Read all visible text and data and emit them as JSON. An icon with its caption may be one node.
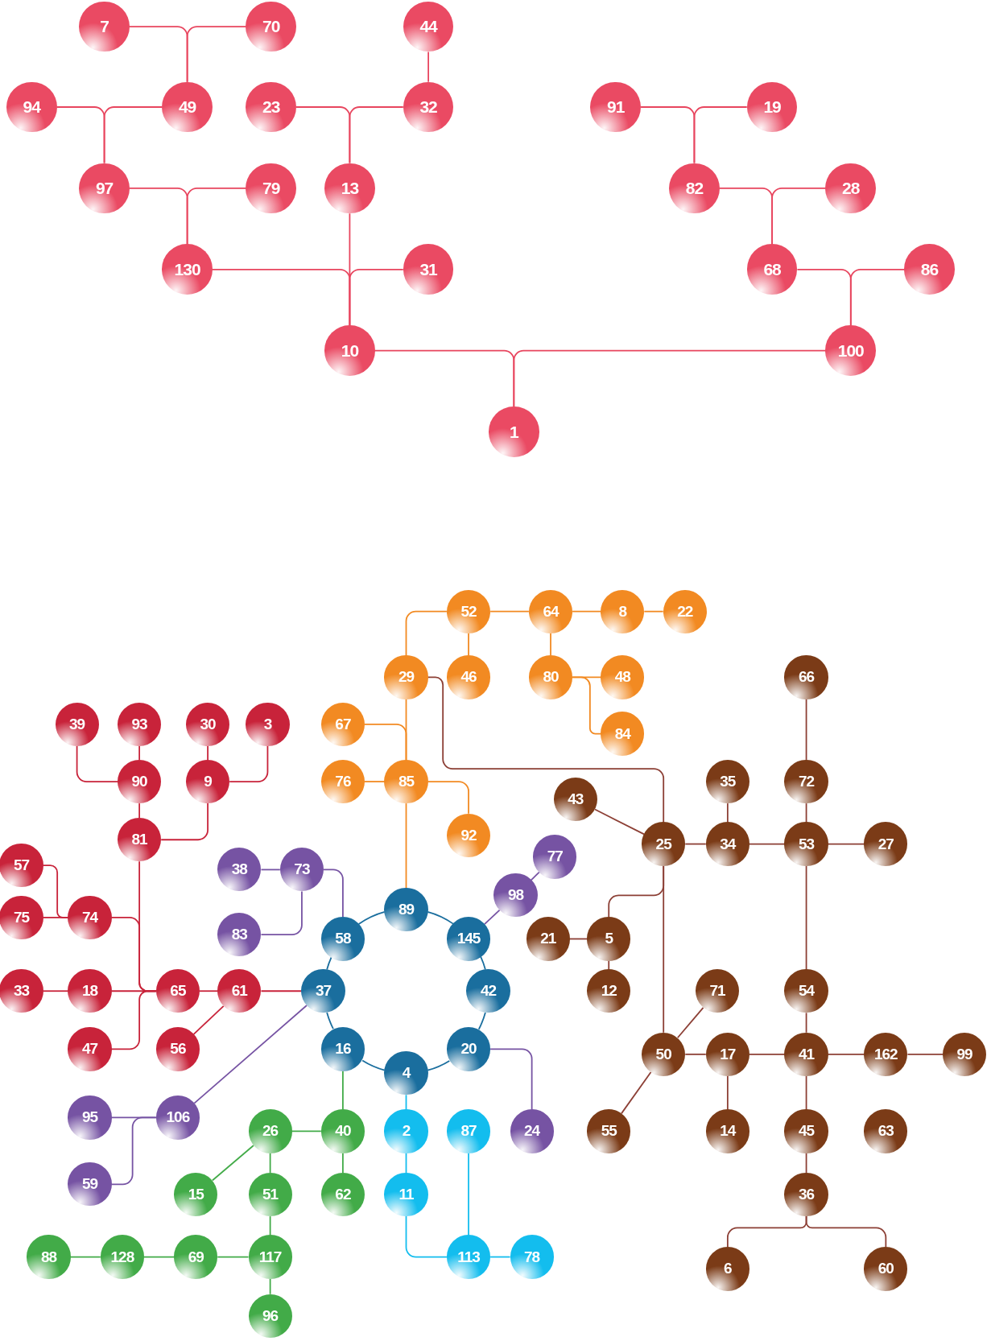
{
  "diagram": {
    "nodes": [
      {
        "text": [
          "7"
        ]
      },
      {
        "text": [
          "70"
        ]
      },
      {
        "text": [
          "44"
        ]
      },
      {
        "text": [
          "94"
        ]
      },
      {
        "text": [
          "49"
        ]
      },
      {
        "text": [
          "23"
        ]
      },
      {
        "text": [
          "32"
        ]
      },
      {
        "text": [
          "91"
        ]
      },
      {
        "text": [
          "19"
        ]
      },
      {
        "text": [
          "97"
        ]
      },
      {
        "text": [
          "79"
        ]
      },
      {
        "text": [
          "13"
        ]
      },
      {
        "text": [
          "82"
        ]
      },
      {
        "text": [
          "28"
        ]
      },
      {
        "text": [
          "130"
        ]
      },
      {
        "text": [
          "31"
        ]
      },
      {
        "text": [
          "68"
        ]
      },
      {
        "text": [
          "86"
        ]
      },
      {
        "text": [
          "10"
        ]
      },
      {
        "text": [
          "100"
        ]
      },
      {
        "text": [
          "1"
        ]
      },
      {
        "text": [
          "52"
        ]
      },
      {
        "text": [
          "64"
        ]
      },
      {
        "text": [
          "8"
        ]
      },
      {
        "text": [
          "22"
        ]
      },
      {
        "text": [
          "29"
        ]
      },
      {
        "text": [
          "46"
        ]
      },
      {
        "text": [
          "80"
        ]
      },
      {
        "text": [
          "48"
        ]
      },
      {
        "text": [
          "66"
        ]
      },
      {
        "text": [
          "39"
        ]
      },
      {
        "text": [
          "93"
        ]
      },
      {
        "text": [
          "30"
        ]
      },
      {
        "text": [
          "3"
        ]
      },
      {
        "text": [
          "67"
        ]
      },
      {
        "text": [
          "84"
        ]
      },
      {
        "text": [
          "90"
        ]
      },
      {
        "text": [
          "9"
        ]
      },
      {
        "text": [
          "76"
        ]
      },
      {
        "text": [
          "85"
        ]
      },
      {
        "text": [
          "35"
        ]
      },
      {
        "text": [
          "72"
        ]
      },
      {
        "text": [
          "43"
        ]
      },
      {
        "text": [
          "92"
        ]
      },
      {
        "text": [
          "81"
        ]
      },
      {
        "text": [
          "25"
        ]
      },
      {
        "text": [
          "34"
        ]
      },
      {
        "text": [
          "53"
        ]
      },
      {
        "text": [
          "27"
        ]
      },
      {
        "text": [
          "77"
        ]
      },
      {
        "text": [
          "57"
        ]
      },
      {
        "text": [
          "38"
        ]
      },
      {
        "text": [
          "73"
        ]
      },
      {
        "text": [
          "98"
        ]
      },
      {
        "text": [
          "89"
        ]
      },
      {
        "text": [
          "75"
        ]
      },
      {
        "text": [
          "74"
        ]
      },
      {
        "text": [
          "83"
        ]
      },
      {
        "text": [
          "58"
        ]
      },
      {
        "text": [
          "145"
        ]
      },
      {
        "text": [
          "21"
        ]
      },
      {
        "text": [
          "5"
        ]
      },
      {
        "text": [
          "33"
        ]
      },
      {
        "text": [
          "18"
        ]
      },
      {
        "text": [
          "65"
        ]
      },
      {
        "text": [
          "61"
        ]
      },
      {
        "text": [
          "37"
        ]
      },
      {
        "text": [
          "42"
        ]
      },
      {
        "text": [
          "12"
        ]
      },
      {
        "text": [
          "71"
        ]
      },
      {
        "text": [
          "54"
        ]
      },
      {
        "text": [
          "47"
        ]
      },
      {
        "text": [
          "56"
        ]
      },
      {
        "text": [
          "16"
        ]
      },
      {
        "text": [
          "20"
        ]
      },
      {
        "text": [
          "50"
        ]
      },
      {
        "text": [
          "17"
        ]
      },
      {
        "text": [
          "41"
        ]
      },
      {
        "text": [
          "162"
        ]
      },
      {
        "text": [
          "99"
        ]
      },
      {
        "text": [
          "4"
        ]
      },
      {
        "text": [
          "95"
        ]
      },
      {
        "text": [
          "106"
        ]
      },
      {
        "text": [
          "26"
        ]
      },
      {
        "text": [
          "40"
        ]
      },
      {
        "text": [
          "2"
        ]
      },
      {
        "text": [
          "87"
        ]
      },
      {
        "text": [
          "24"
        ]
      },
      {
        "text": [
          "55"
        ]
      },
      {
        "text": [
          "14"
        ]
      },
      {
        "text": [
          "45"
        ]
      },
      {
        "text": [
          "63"
        ]
      },
      {
        "text": [
          "59"
        ]
      },
      {
        "text": [
          "15"
        ]
      },
      {
        "text": [
          "51"
        ]
      },
      {
        "text": [
          "62"
        ]
      },
      {
        "text": [
          "11"
        ]
      },
      {
        "text": [
          "36"
        ]
      },
      {
        "text": [
          "88"
        ]
      },
      {
        "text": [
          "128"
        ]
      },
      {
        "text": [
          "69"
        ]
      },
      {
        "text": [
          "117"
        ]
      },
      {
        "text": [
          "113"
        ]
      },
      {
        "text": [
          "78"
        ]
      },
      {
        "text": [
          "6"
        ]
      },
      {
        "text": [
          "60"
        ]
      },
      {
        "text": [
          "96"
        ]
      }
    ],
    "edges": [
      {
        "from": 0,
        "to": 4,
        "arrow": "none",
        "color": "#e8455e"
      },
      {
        "from": 1,
        "to": 4,
        "arrow": "none",
        "color": "#e8455e"
      },
      {
        "from": 2,
        "to": 6,
        "arrow": "none",
        "color": "#e8455e"
      },
      {
        "from": 3,
        "to": 9,
        "arrow": "none",
        "color": "#e8455e"
      },
      {
        "from": 4,
        "to": 9,
        "arrow": "none",
        "color": "#e8455e"
      },
      {
        "from": 5,
        "to": 11,
        "arrow": "none",
        "color": "#e8455e"
      },
      {
        "from": 6,
        "to": 11,
        "arrow": "none",
        "color": "#e8455e"
      },
      {
        "from": 9,
        "to": 14,
        "arrow": "none",
        "color": "#e8455e"
      },
      {
        "from": 10,
        "to": 14,
        "arrow": "none",
        "color": "#e8455e"
      },
      {
        "from": 14,
        "to": 18,
        "arrow": "none",
        "color": "#e8455e"
      },
      {
        "from": 11,
        "to": 18,
        "arrow": "none",
        "color": "#e8455e"
      },
      {
        "from": 15,
        "to": 18,
        "arrow": "none",
        "color": "#e8455e"
      },
      {
        "from": 7,
        "to": 12,
        "arrow": "none",
        "color": "#e8455e"
      },
      {
        "from": 8,
        "to": 12,
        "arrow": "none",
        "color": "#e8455e"
      },
      {
        "from": 12,
        "to": 16,
        "arrow": "none",
        "color": "#e8455e"
      },
      {
        "from": 13,
        "to": 16,
        "arrow": "none",
        "color": "#e8455e"
      },
      {
        "from": 16,
        "to": 19,
        "arrow": "none",
        "color": "#e8455e"
      },
      {
        "from": 17,
        "to": 19,
        "arrow": "none",
        "color": "#e8455e"
      },
      {
        "from": 18,
        "to": 20,
        "arrow": "none",
        "color": "#e8455e"
      },
      {
        "from": 19,
        "to": 20,
        "arrow": "none",
        "color": "#e8455e"
      },
      {
        "from": 25,
        "to": 21,
        "arrow": "none",
        "color": "#f28a22"
      },
      {
        "from": 21,
        "to": 22,
        "arrow": "none",
        "color": "#f28a22"
      },
      {
        "from": 22,
        "to": 23,
        "arrow": "none",
        "color": "#f28a22"
      },
      {
        "from": 23,
        "to": 24,
        "arrow": "none",
        "color": "#f28a22"
      },
      {
        "from": 21,
        "to": 26,
        "arrow": "none",
        "color": "#f28a22"
      },
      {
        "from": 22,
        "to": 27,
        "arrow": "none",
        "color": "#f28a22"
      },
      {
        "from": 27,
        "to": 28,
        "arrow": "none",
        "color": "#f28a22"
      },
      {
        "from": 27,
        "to": 35,
        "arrow": "none",
        "color": "#f28a22"
      },
      {
        "from": 25,
        "to": 39,
        "arrow": "none",
        "color": "#f28a22"
      },
      {
        "from": 34,
        "to": 39,
        "arrow": "none",
        "color": "#f28a22"
      },
      {
        "from": 38,
        "to": 39,
        "arrow": "none",
        "color": "#f28a22"
      },
      {
        "from": 39,
        "to": 43,
        "arrow": "none",
        "color": "#f28a22"
      },
      {
        "from": 39,
        "to": 54,
        "arrow": "none",
        "color": "#f28a22"
      },
      {
        "from": 25,
        "to": 45,
        "arrow": "none"
      },
      {
        "from": 30,
        "to": 36,
        "arrow": "none",
        "color": "#c8233a"
      },
      {
        "from": 31,
        "to": 36,
        "arrow": "none",
        "color": "#c8233a"
      },
      {
        "from": 32,
        "to": 37,
        "arrow": "none",
        "color": "#c8233a"
      },
      {
        "from": 33,
        "to": 37,
        "arrow": "none",
        "color": "#c8233a"
      },
      {
        "from": 36,
        "to": 44,
        "arrow": "none",
        "color": "#c8233a"
      },
      {
        "from": 37,
        "to": 44,
        "arrow": "none",
        "color": "#c8233a"
      },
      {
        "from": 44,
        "to": 64,
        "arrow": "none",
        "color": "#c8233a"
      },
      {
        "from": 50,
        "to": 56,
        "arrow": "none",
        "color": "#c8233a"
      },
      {
        "from": 55,
        "to": 56,
        "arrow": "none",
        "color": "#c8233a"
      },
      {
        "from": 56,
        "to": 64,
        "arrow": "none",
        "color": "#c8233a"
      },
      {
        "from": 62,
        "to": 63,
        "arrow": "none",
        "color": "#c8233a"
      },
      {
        "from": 63,
        "to": 64,
        "arrow": "none",
        "color": "#c8233a"
      },
      {
        "from": 71,
        "to": 64,
        "arrow": "none",
        "color": "#c8233a"
      },
      {
        "from": 64,
        "to": 65,
        "arrow": "none",
        "color": "#c8233a"
      },
      {
        "from": 72,
        "to": 65,
        "arrow": "none",
        "color": "#c8233a"
      },
      {
        "from": 65,
        "to": 66,
        "arrow": "none",
        "color": "#c8233a"
      },
      {
        "from": 51,
        "to": 52,
        "arrow": "none",
        "color": "#7653a3"
      },
      {
        "from": 57,
        "to": 52,
        "arrow": "none",
        "color": "#7653a3"
      },
      {
        "from": 52,
        "to": 58,
        "arrow": "none",
        "color": "#7653a3"
      },
      {
        "from": 59,
        "to": 53,
        "arrow": "none",
        "color": "#7653a3"
      },
      {
        "from": 53,
        "to": 49,
        "arrow": "none",
        "color": "#7653a3"
      },
      {
        "from": 66,
        "to": 82,
        "arrow": "none",
        "color": "#7653a3"
      },
      {
        "from": 81,
        "to": 82,
        "arrow": "none",
        "color": "#7653a3"
      },
      {
        "from": 92,
        "to": 82,
        "arrow": "none",
        "color": "#7653a3"
      },
      {
        "from": 74,
        "to": 87,
        "arrow": "none",
        "color": "#7653a3"
      },
      {
        "from": 54,
        "to": 58,
        "arrow": "none",
        "color": "#1a6e9e"
      },
      {
        "from": 58,
        "to": 66,
        "arrow": "none",
        "color": "#1a6e9e"
      },
      {
        "from": 66,
        "to": 73,
        "arrow": "none",
        "color": "#1a6e9e"
      },
      {
        "from": 73,
        "to": 80,
        "arrow": "none",
        "color": "#1a6e9e"
      },
      {
        "from": 80,
        "to": 74,
        "arrow": "none",
        "color": "#1a6e9e"
      },
      {
        "from": 74,
        "to": 67,
        "arrow": "none",
        "color": "#1a6e9e"
      },
      {
        "from": 67,
        "to": 59,
        "arrow": "none",
        "color": "#1a6e9e"
      },
      {
        "from": 59,
        "to": 54,
        "arrow": "none",
        "color": "#1a6e9e"
      },
      {
        "from": 73,
        "to": 84,
        "arrow": "none",
        "color": "#42ab48"
      },
      {
        "from": 83,
        "to": 84,
        "arrow": "none",
        "color": "#42ab48"
      },
      {
        "from": 84,
        "to": 95,
        "arrow": "none",
        "color": "#42ab48"
      },
      {
        "from": 83,
        "to": 93,
        "arrow": "none",
        "color": "#42ab48"
      },
      {
        "from": 83,
        "to": 94,
        "arrow": "none",
        "color": "#42ab48"
      },
      {
        "from": 94,
        "to": 101,
        "arrow": "none",
        "color": "#42ab48"
      },
      {
        "from": 98,
        "to": 99,
        "arrow": "none",
        "color": "#42ab48"
      },
      {
        "from": 99,
        "to": 100,
        "arrow": "none",
        "color": "#42ab48"
      },
      {
        "from": 100,
        "to": 101,
        "arrow": "none",
        "color": "#42ab48"
      },
      {
        "from": 101,
        "to": 106,
        "arrow": "none",
        "color": "#42ab48"
      },
      {
        "from": 80,
        "to": 85,
        "arrow": "none",
        "color": "#13bdee"
      },
      {
        "from": 85,
        "to": 96,
        "arrow": "none",
        "color": "#13bdee"
      },
      {
        "from": 96,
        "to": 102,
        "arrow": "none",
        "color": "#13bdee"
      },
      {
        "from": 86,
        "to": 102,
        "arrow": "none",
        "color": "#13bdee"
      },
      {
        "from": 102,
        "to": 103,
        "arrow": "none",
        "color": "#13bdee"
      },
      {
        "from": 42,
        "to": 45,
        "arrow": "none"
      },
      {
        "from": 45,
        "to": 46,
        "arrow": "none"
      },
      {
        "from": 40,
        "to": 46,
        "arrow": "none"
      },
      {
        "from": 46,
        "to": 47,
        "arrow": "none"
      },
      {
        "from": 29,
        "to": 41,
        "arrow": "none"
      },
      {
        "from": 41,
        "to": 47,
        "arrow": "none"
      },
      {
        "from": 47,
        "to": 48,
        "arrow": "none"
      },
      {
        "from": 45,
        "to": 61,
        "arrow": "none"
      },
      {
        "from": 60,
        "to": 61,
        "arrow": "none"
      },
      {
        "from": 61,
        "to": 68,
        "arrow": "none"
      },
      {
        "from": 45,
        "to": 75,
        "arrow": "none"
      },
      {
        "from": 47,
        "to": 70,
        "arrow": "none"
      },
      {
        "from": 70,
        "to": 77,
        "arrow": "none"
      },
      {
        "from": 69,
        "to": 75,
        "arrow": "none"
      },
      {
        "from": 75,
        "to": 76,
        "arrow": "none"
      },
      {
        "from": 76,
        "to": 77,
        "arrow": "none"
      },
      {
        "from": 77,
        "to": 78,
        "arrow": "none"
      },
      {
        "from": 78,
        "to": 79,
        "arrow": "none"
      },
      {
        "from": 75,
        "to": 88,
        "arrow": "none"
      },
      {
        "from": 76,
        "to": 89,
        "arrow": "none"
      },
      {
        "from": 77,
        "to": 90,
        "arrow": "none"
      },
      {
        "from": 90,
        "to": 97,
        "arrow": "none"
      },
      {
        "from": 97,
        "to": 104,
        "arrow": "none"
      },
      {
        "from": 97,
        "to": 105,
        "arrow": "none"
      }
    ]
  }
}
